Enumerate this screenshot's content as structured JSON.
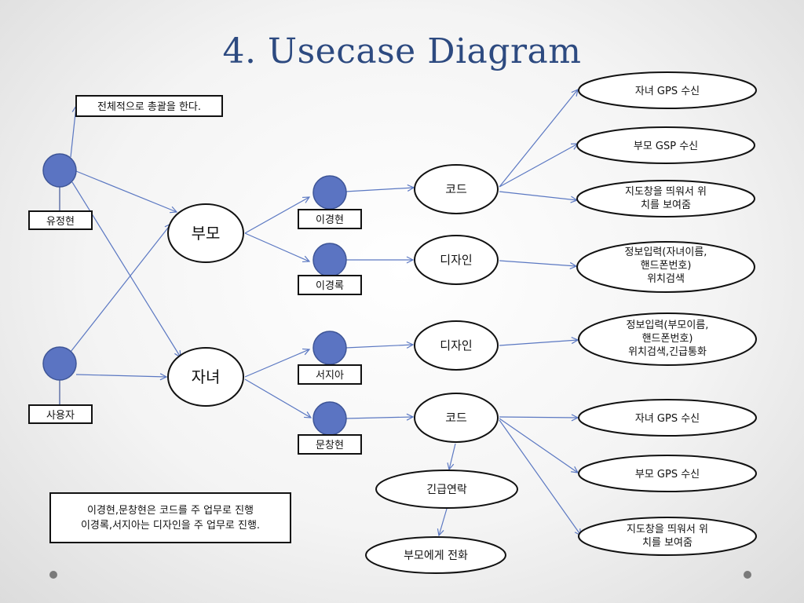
{
  "title": "4. Usecase Diagram",
  "colors": {
    "actor_fill": "#5b74c2",
    "actor_stroke": "#3e5597",
    "line": "#5b78c2",
    "title": "#2d4a80"
  },
  "notes": {
    "top_note": "전체적으로 총괄을 한다.",
    "bottom_note_line1": "이경현,문창현은 코드를 주 업무로 진행",
    "bottom_note_line2": "이경록,서지아는 디자인을  주 업무로 진행."
  },
  "actors": {
    "yoo": "유정현",
    "user": "사용자",
    "lee_gh": "이경현",
    "lee_gr": "이경록",
    "seo": "서지아",
    "moon": "문창현"
  },
  "roles": {
    "parent": "부모",
    "child": "자녀"
  },
  "tasks": {
    "code_top": "코드",
    "design_top": "디자인",
    "design_bottom": "디자인",
    "code_bottom": "코드",
    "emergency": "긴급연락",
    "call_parent": "부모에게 전화"
  },
  "features": {
    "f1": [
      "자녀 GPS 수신"
    ],
    "f2": [
      "부모 GSP 수신"
    ],
    "f3": [
      "지도창을 띄워서 위",
      "치를 보여줌"
    ],
    "f4": [
      "정보입력(자녀이름,",
      "핸드폰번호)",
      "위치검색"
    ],
    "f5": [
      "정보입력(부모이름,",
      "핸드폰번호)",
      "위치검색,긴급통화"
    ],
    "f6": [
      "자녀 GPS 수신"
    ],
    "f7": [
      "부모 GPS 수신"
    ],
    "f8": [
      "지도창을 띄워서 위",
      "치를 보여줌"
    ]
  }
}
